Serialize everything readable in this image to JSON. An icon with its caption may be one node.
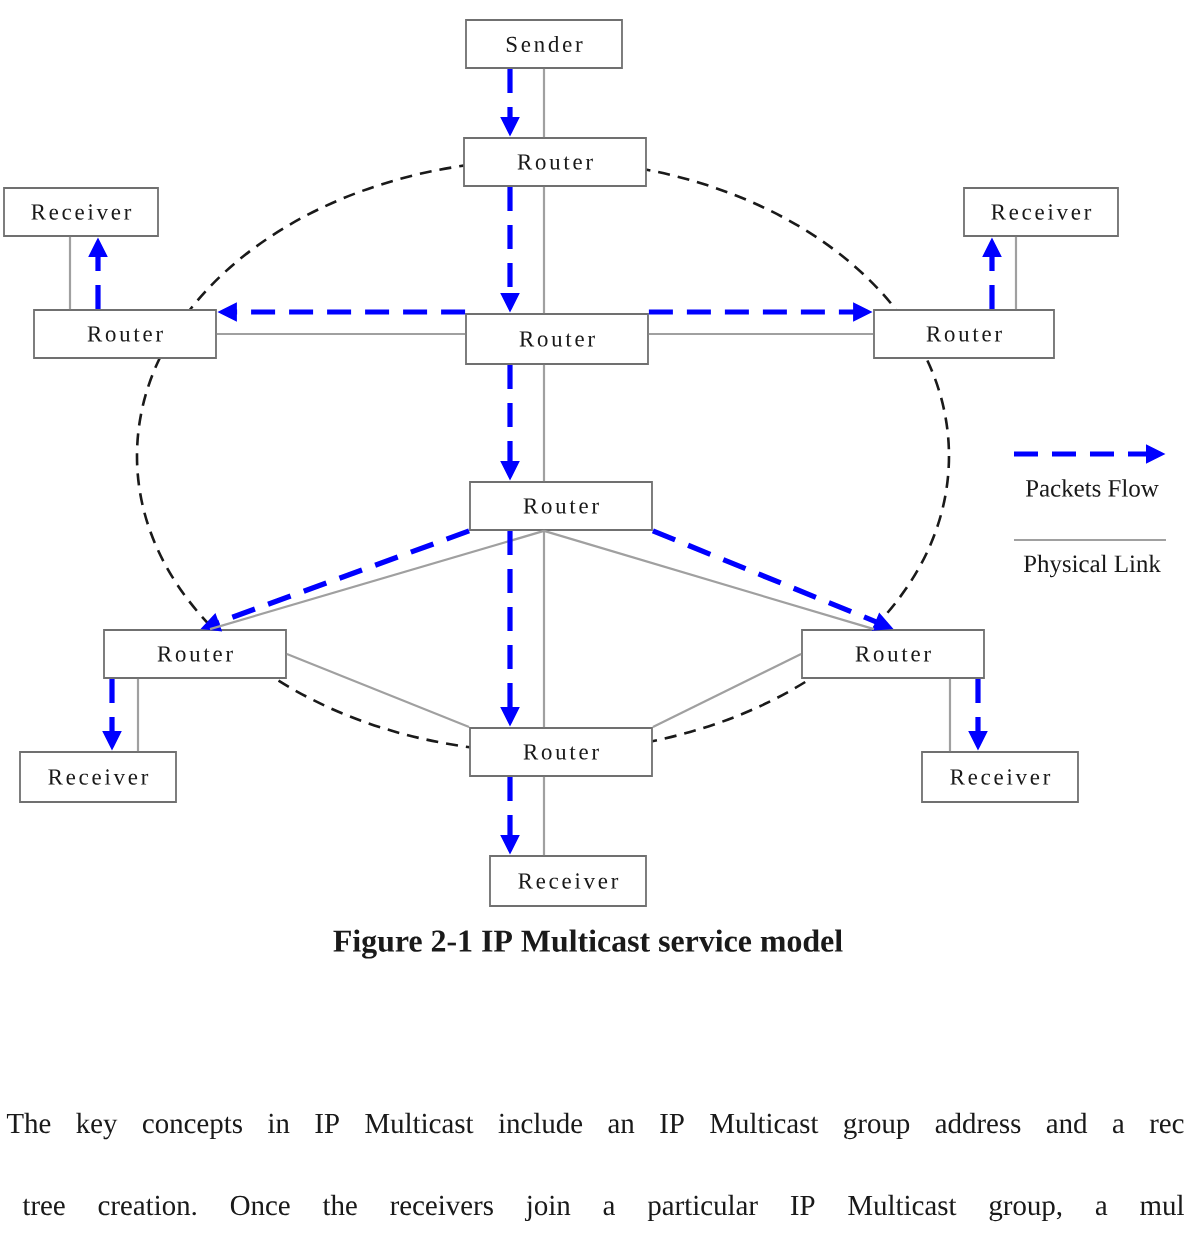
{
  "diagram": {
    "caption": "Figure 2-1 IP Multicast service model",
    "nodes": [
      {
        "text": [
          "Sender"
        ]
      },
      {
        "text": [
          "Router"
        ]
      },
      {
        "text": [
          "Receiver"
        ]
      },
      {
        "text": [
          "Receiver"
        ]
      },
      {
        "text": [
          "Router"
        ]
      },
      {
        "text": [
          "Router"
        ]
      },
      {
        "text": [
          "Router"
        ]
      },
      {
        "text": [
          "Router"
        ]
      },
      {
        "text": [
          "Router"
        ]
      },
      {
        "text": [
          "Router"
        ]
      },
      {
        "text": [
          "Router"
        ]
      },
      {
        "text": [
          "Receiver"
        ]
      },
      {
        "text": [
          "Receiver"
        ]
      },
      {
        "text": [
          "Receiver"
        ]
      }
    ],
    "edges": [
      {
        "from": 0,
        "to": 1,
        "arrow": "to",
        "style": "dashed",
        "color": "#0000ff"
      },
      {
        "from": 0,
        "to": 1,
        "arrow": "none"
      },
      {
        "from": 1,
        "to": 5,
        "arrow": "to",
        "style": "dashed",
        "color": "#0000ff"
      },
      {
        "from": 1,
        "to": 5,
        "arrow": "none"
      },
      {
        "from": 5,
        "to": 4,
        "arrow": "to",
        "style": "dashed",
        "color": "#0000ff"
      },
      {
        "from": 4,
        "to": 5,
        "arrow": "none"
      },
      {
        "from": 5,
        "to": 6,
        "arrow": "to",
        "style": "dashed",
        "color": "#0000ff"
      },
      {
        "from": 5,
        "to": 6,
        "arrow": "none"
      },
      {
        "from": 4,
        "to": 2,
        "arrow": "to",
        "style": "dashed",
        "color": "#0000ff"
      },
      {
        "from": 2,
        "to": 4,
        "arrow": "none"
      },
      {
        "from": 6,
        "to": 3,
        "arrow": "to",
        "style": "dashed",
        "color": "#0000ff"
      },
      {
        "from": 3,
        "to": 6,
        "arrow": "none"
      },
      {
        "from": 5,
        "to": 7,
        "arrow": "to",
        "style": "dashed",
        "color": "#0000ff"
      },
      {
        "from": 5,
        "to": 7,
        "arrow": "none"
      },
      {
        "from": 7,
        "to": 8,
        "arrow": "to",
        "style": "dashed",
        "color": "#0000ff"
      },
      {
        "from": 7,
        "to": 8,
        "arrow": "none"
      },
      {
        "from": 7,
        "to": 9,
        "arrow": "to",
        "style": "dashed",
        "color": "#0000ff"
      },
      {
        "from": 7,
        "to": 9,
        "arrow": "none"
      },
      {
        "from": 7,
        "to": 10,
        "arrow": "to",
        "style": "dashed",
        "color": "#0000ff"
      },
      {
        "from": 7,
        "to": 10,
        "arrow": "none"
      },
      {
        "from": 8,
        "to": 10,
        "arrow": "none"
      },
      {
        "from": 9,
        "to": 10,
        "arrow": "none"
      },
      {
        "from": 8,
        "to": 11,
        "arrow": "to",
        "style": "dashed",
        "color": "#0000ff"
      },
      {
        "from": 8,
        "to": 11,
        "arrow": "none"
      },
      {
        "from": 9,
        "to": 12,
        "arrow": "to",
        "style": "dashed",
        "color": "#0000ff"
      },
      {
        "from": 9,
        "to": 12,
        "arrow": "none"
      },
      {
        "from": 10,
        "to": 13,
        "arrow": "to",
        "style": "dashed",
        "color": "#0000ff"
      },
      {
        "from": 10,
        "to": 13,
        "arrow": "none"
      }
    ],
    "labels": [
      "The key concepts in IP Multicast include an IP Multicast group address and a rec",
      "tree creation. Once the receivers join a particular IP Multicast group, a mul"
    ],
    "legend": [
      {
        "text": "Packets Flow"
      },
      {
        "text": "Physical Link"
      }
    ]
  }
}
